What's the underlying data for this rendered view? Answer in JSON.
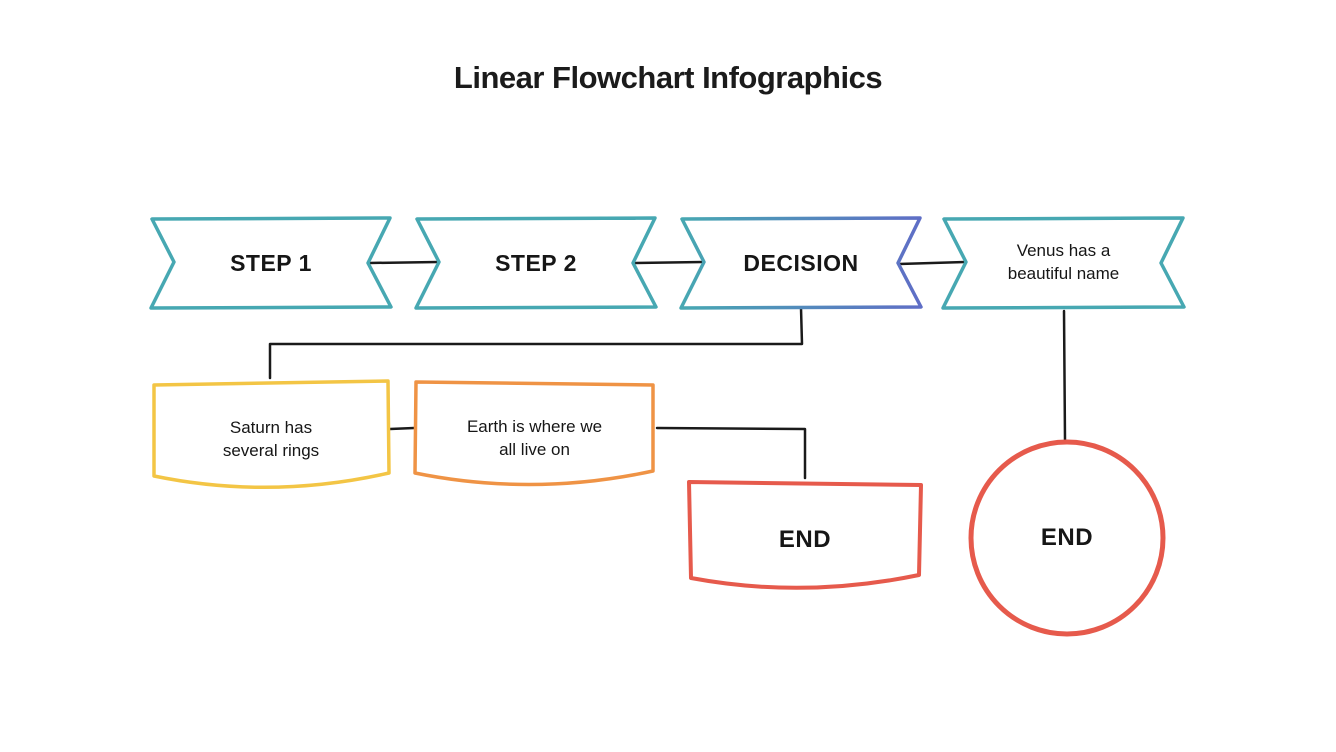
{
  "title": "Linear Flowchart Infographics",
  "colors": {
    "teal": "#47A8B2",
    "decision_left": "#47A8B2",
    "decision_right": "#5F6EC6",
    "yellow": "#F3C545",
    "orange": "#EF9345",
    "red": "#E65A4C",
    "connector": "#1a1a1a",
    "text": "#161616"
  },
  "nodes": {
    "step1": {
      "label": "STEP 1"
    },
    "step2": {
      "label": "STEP 2"
    },
    "decision": {
      "label": "DECISION"
    },
    "venus": {
      "label": "Venus has a beautiful name"
    },
    "saturn": {
      "label": "Saturn has several rings"
    },
    "earth": {
      "label": "Earth is where we all live on"
    },
    "end_box": {
      "label": "END"
    },
    "end_circle": {
      "label": "END"
    }
  },
  "edges": [
    {
      "from": "step1",
      "to": "step2"
    },
    {
      "from": "step2",
      "to": "decision"
    },
    {
      "from": "decision",
      "to": "venus"
    },
    {
      "from": "decision",
      "to": "saturn"
    },
    {
      "from": "saturn",
      "to": "earth"
    },
    {
      "from": "earth",
      "to": "end_box"
    },
    {
      "from": "venus",
      "to": "end_circle"
    }
  ]
}
